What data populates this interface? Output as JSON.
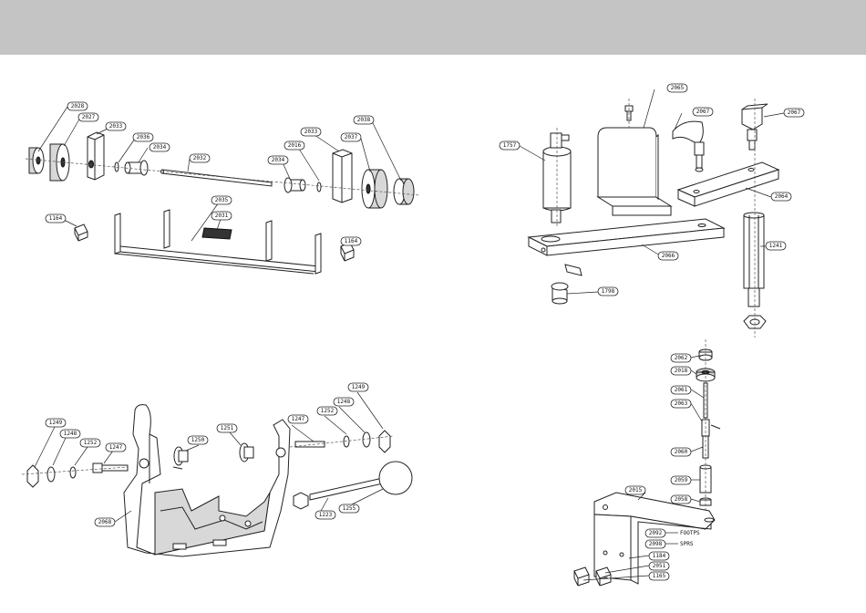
{
  "header": {
    "color": "#c4c4c4"
  },
  "labels": {
    "p2028": "2028",
    "p2027": "2027",
    "p2033a": "2033",
    "p2036": "2036",
    "p2034a": "2034",
    "p2032": "2032",
    "p2034b": "2034",
    "p2016": "2016",
    "p2033b": "2033",
    "p2037": "2037",
    "p2038": "2038",
    "p1164a": "1164",
    "p2035": "2035",
    "p2031": "2031",
    "p1164b": "1164",
    "p1757": "1757",
    "p2065": "2065",
    "p2067a": "2067",
    "p2067b": "2067",
    "p2064": "2064",
    "p2066": "2066",
    "p1241": "1241",
    "p1798": "1798",
    "p2062": "2062",
    "p2018": "2018",
    "p2061": "2061",
    "p2063": "2063",
    "p2060": "2060",
    "p2059": "2059",
    "p2058": "2058",
    "p2015": "2015",
    "p2092": "2092",
    "p2098": "2098",
    "p1184": "1184",
    "p2051": "2051",
    "p1165": "1165",
    "p1249a": "1249",
    "p1248a": "1248",
    "p1252a": "1252",
    "p1247a": "1247",
    "p1250": "1250",
    "p1251": "1251",
    "p1247b": "1247",
    "p1252b": "1252",
    "p1248b": "1248",
    "p1249b": "1249",
    "p2068": "2068",
    "p1223": "1223",
    "p1255": "1255"
  },
  "notes": {
    "n1": "FOOTPS",
    "n2": "SPRS"
  }
}
